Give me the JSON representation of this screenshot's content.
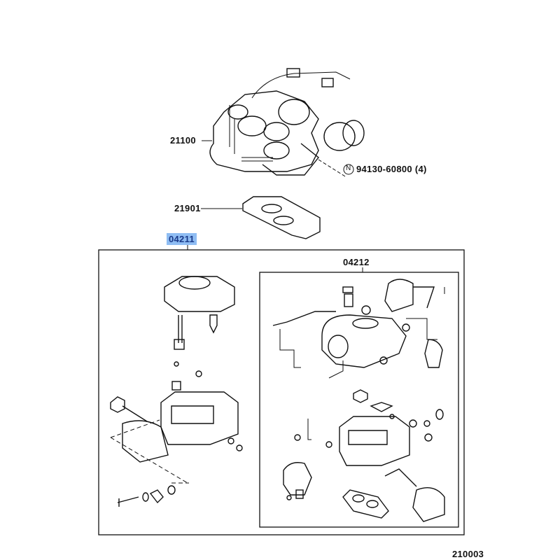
{
  "diagram": {
    "parts": {
      "carburetor_assy": "21100",
      "nut_marker": "N",
      "nut": "94130-60800 (4)",
      "gasket": "21901",
      "overhaul_kit": "04211",
      "repair_kit": "04212"
    },
    "figure_number": "210003",
    "highlight_color": "#8fbdf3"
  }
}
